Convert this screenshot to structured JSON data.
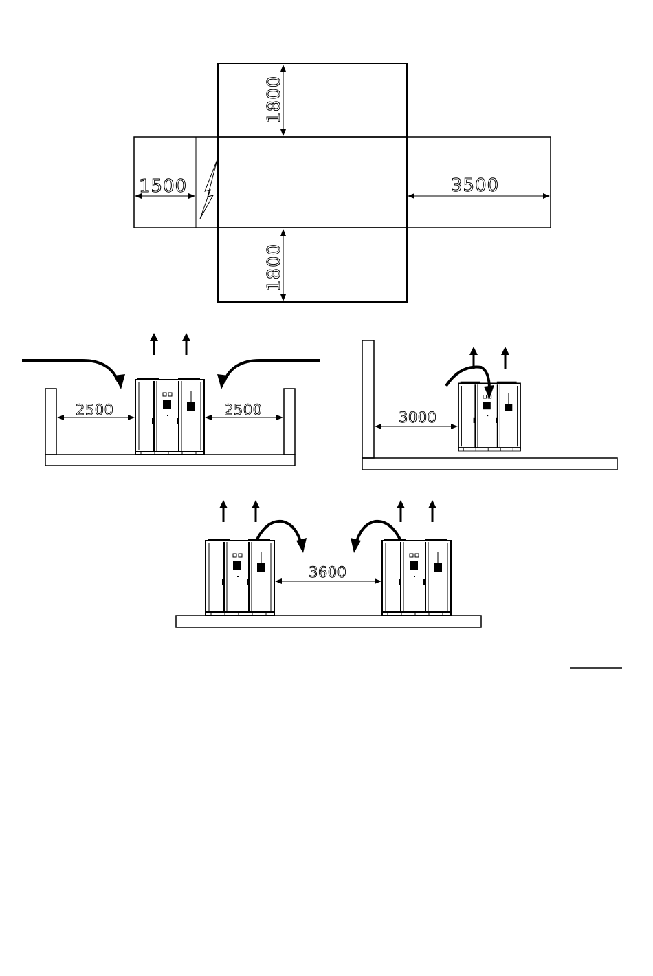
{
  "clearance_plan": {
    "top": "1800",
    "bottom": "1800",
    "left": "1500",
    "right": "3500"
  },
  "side_views": {
    "between_walls": {
      "left": "2500",
      "right": "2500"
    },
    "single_wall": {
      "left": "3000"
    },
    "two_units": {
      "between": "3600"
    }
  }
}
